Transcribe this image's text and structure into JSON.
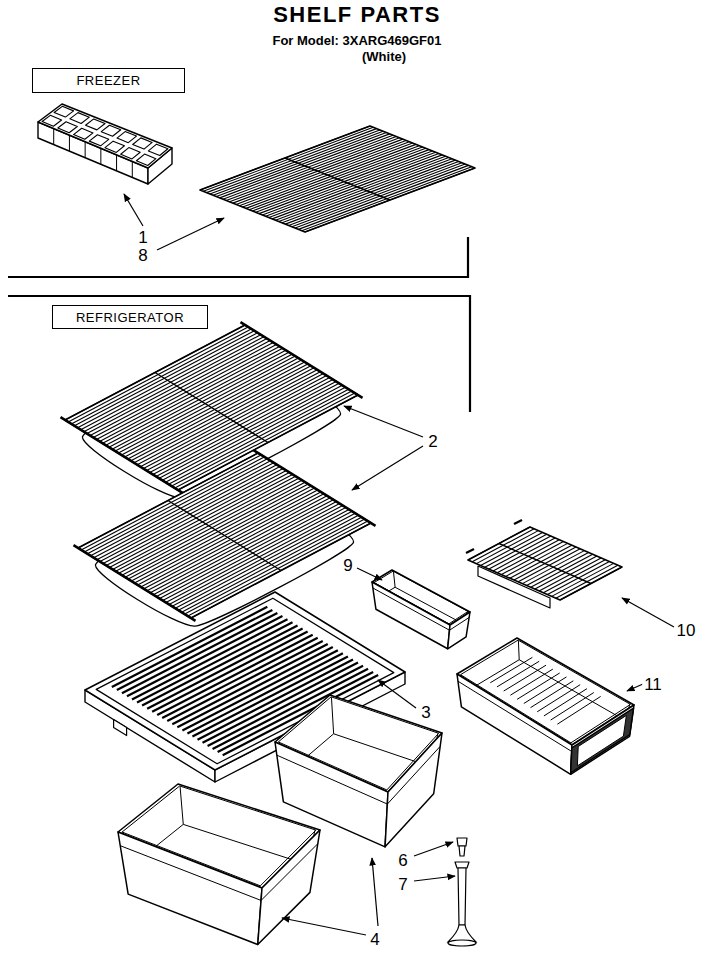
{
  "diagram": {
    "title": "SHELF PARTS",
    "nodes": [
      {
        "text": [
          "FREEZER"
        ]
      },
      {
        "text": [
          "REFRIGERATOR"
        ]
      }
    ],
    "labels": [
      "For Model: 3XARG469GF01",
      "(White)",
      "1",
      "8",
      "2",
      "9",
      "10",
      "3",
      "11",
      "6",
      "7",
      "4"
    ]
  }
}
